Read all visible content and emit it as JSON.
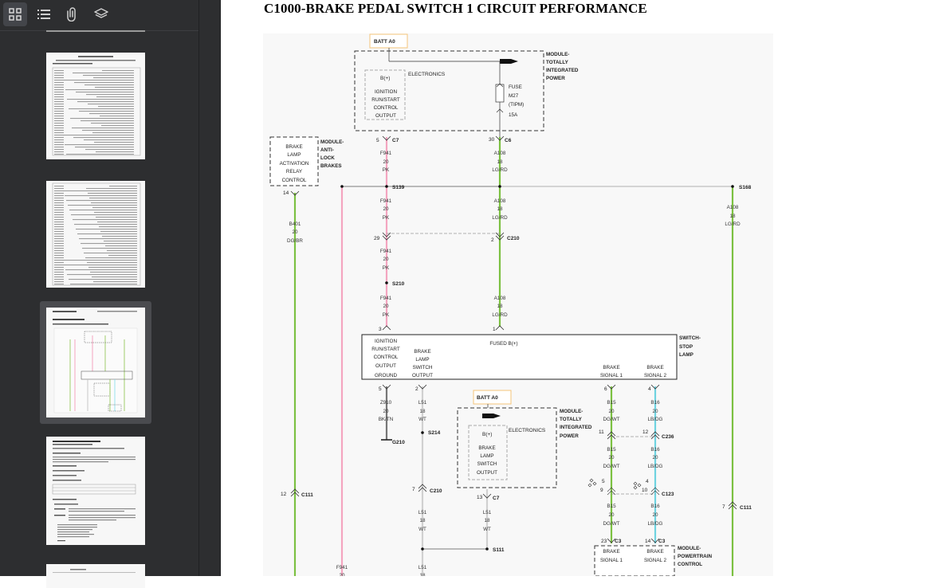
{
  "toolbar": {
    "buttons": [
      {
        "name": "thumbnails-icon",
        "active": true
      },
      {
        "name": "outline-icon",
        "active": false
      },
      {
        "name": "attachments-icon",
        "active": false
      },
      {
        "name": "layers-icon",
        "active": false
      }
    ]
  },
  "thumbnails": [
    {
      "page": 1,
      "active": false
    },
    {
      "page": 2,
      "active": false
    },
    {
      "page": 3,
      "active": true
    },
    {
      "page": 4,
      "active": false
    },
    {
      "page": 5,
      "active": false
    }
  ],
  "document": {
    "title": "C1000-BRAKE PEDAL SWITCH 1 CIRCUIT PERFORMANCE"
  },
  "diagram": {
    "batt_label": "BATT A0",
    "tipm_module": [
      "MODULE-",
      "TOTALLY",
      "INTEGRATED",
      "POWER"
    ],
    "electronics": "ELECTRONICS",
    "bplus": "B(+)",
    "ign_output": [
      "IGNITION",
      "RUN/START",
      "CONTROL",
      "OUTPUT"
    ],
    "fuse": [
      "FUSE",
      "M27",
      "(TIPM)",
      "15A"
    ],
    "abs_module": [
      "MODULE-",
      "ANTI-",
      "LOCK",
      "BRAKES"
    ],
    "relay_box": [
      "BRAKE",
      "LAMP",
      "ACTIVATION",
      "RELAY",
      "CONTROL"
    ],
    "c7_pin": "5",
    "c7": "C7",
    "c6_pin": "30",
    "c6": "C6",
    "wire_f941": [
      "F941",
      "20",
      "PK"
    ],
    "wire_a108": [
      "A108",
      "18",
      "LG/RD"
    ],
    "wire_b401": [
      "B401",
      "20",
      "DG/BR"
    ],
    "pin_14": "14",
    "s139": "S139",
    "s168": "S168",
    "c210_pin_left": "29",
    "c210_pin_right": "2",
    "c210": "C210",
    "s210": "S210",
    "pin_3": "3",
    "pin_1": "1",
    "switch_module": [
      "SWITCH-",
      "STOP",
      "LAMP"
    ],
    "switch_ign": [
      "IGNITION",
      "RUN/START",
      "CONTROL",
      "OUTPUT",
      "GROUND"
    ],
    "switch_brake_out": [
      "BRAKE",
      "LAMP",
      "SWITCH",
      "OUTPUT"
    ],
    "fused_bplus": "FUSED B(+)",
    "brake_sig1": [
      "BRAKE",
      "SIGNAL 1"
    ],
    "brake_sig2": [
      "BRAKE",
      "SIGNAL 2"
    ],
    "pin_5": "5",
    "pin_2": "2",
    "pin_6": "6",
    "pin_4": "4",
    "wire_z910": [
      "Z910",
      "20",
      "BK/TN"
    ],
    "wire_l51": [
      "L51",
      "18",
      "WT"
    ],
    "wire_b15": [
      "B15",
      "20",
      "DG/WT"
    ],
    "wire_b16": [
      "B16",
      "20",
      "LB/DG"
    ],
    "s214": "S214",
    "g210": "G210",
    "pin_11": "11",
    "pin_12": "12",
    "c236": "C236",
    "pin_9": "9",
    "pin_10": "10",
    "pin_5b": "5",
    "pin_4b": "4",
    "c123": "C123",
    "c111_left_pin": "12",
    "c111": "C111",
    "c111_right_pin": "7",
    "c210_b_pin": "7",
    "c7_b_pin": "13",
    "brake_lamp_switch_output": [
      "BRAKE",
      "LAMP",
      "SWITCH",
      "OUTPUT"
    ],
    "s111": "S111",
    "pin_23": "23",
    "pin_14b": "14",
    "c3": "C3",
    "pcm_module": [
      "MODULE-",
      "POWERTRAIN",
      "CONTROL"
    ],
    "pcm_sig1": [
      "BRAKE",
      "SIGNAL 1"
    ],
    "pcm_sig2": [
      "BRAKE",
      "SIGNAL 2"
    ],
    "bottom_f941": [
      "F941",
      "20"
    ],
    "bottom_l51": [
      "L51",
      "18"
    ]
  }
}
